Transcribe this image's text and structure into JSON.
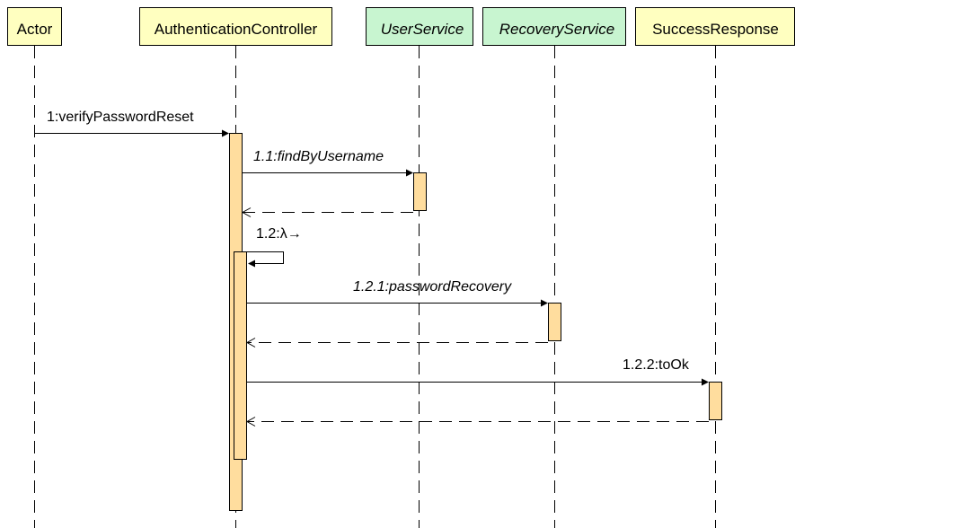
{
  "colors": {
    "participant_fill": "#ffffc0",
    "interface_fill": "#c8f5d0",
    "activation_fill": "#ffdd9e",
    "stroke": "#000000",
    "background": "#ffffff"
  },
  "participants": [
    {
      "name": "Actor",
      "italic": false,
      "kind": "class"
    },
    {
      "name": "AuthenticationController",
      "italic": false,
      "kind": "class"
    },
    {
      "name": "UserService",
      "italic": true,
      "kind": "interface"
    },
    {
      "name": "RecoveryService",
      "italic": true,
      "kind": "interface"
    },
    {
      "name": "SuccessResponse",
      "italic": false,
      "kind": "class"
    }
  ],
  "messages": [
    {
      "label": "1:verifyPasswordReset",
      "italic": false,
      "from": "Actor",
      "to": "AuthenticationController",
      "type": "call"
    },
    {
      "label": "1.1:findByUsername",
      "italic": true,
      "from": "AuthenticationController",
      "to": "UserService",
      "type": "call"
    },
    {
      "label": "",
      "from": "UserService",
      "to": "AuthenticationController",
      "type": "return"
    },
    {
      "label": "1.2:λ→",
      "italic": false,
      "from": "AuthenticationController",
      "to": "AuthenticationController",
      "type": "self"
    },
    {
      "label": "1.2.1:passwordRecovery",
      "italic": true,
      "from": "AuthenticationController",
      "to": "RecoveryService",
      "type": "call"
    },
    {
      "label": "",
      "from": "RecoveryService",
      "to": "AuthenticationController",
      "type": "return"
    },
    {
      "label": "1.2.2:toOk",
      "italic": false,
      "from": "AuthenticationController",
      "to": "SuccessResponse",
      "type": "call"
    },
    {
      "label": "",
      "from": "SuccessResponse",
      "to": "AuthenticationController",
      "type": "return"
    }
  ]
}
